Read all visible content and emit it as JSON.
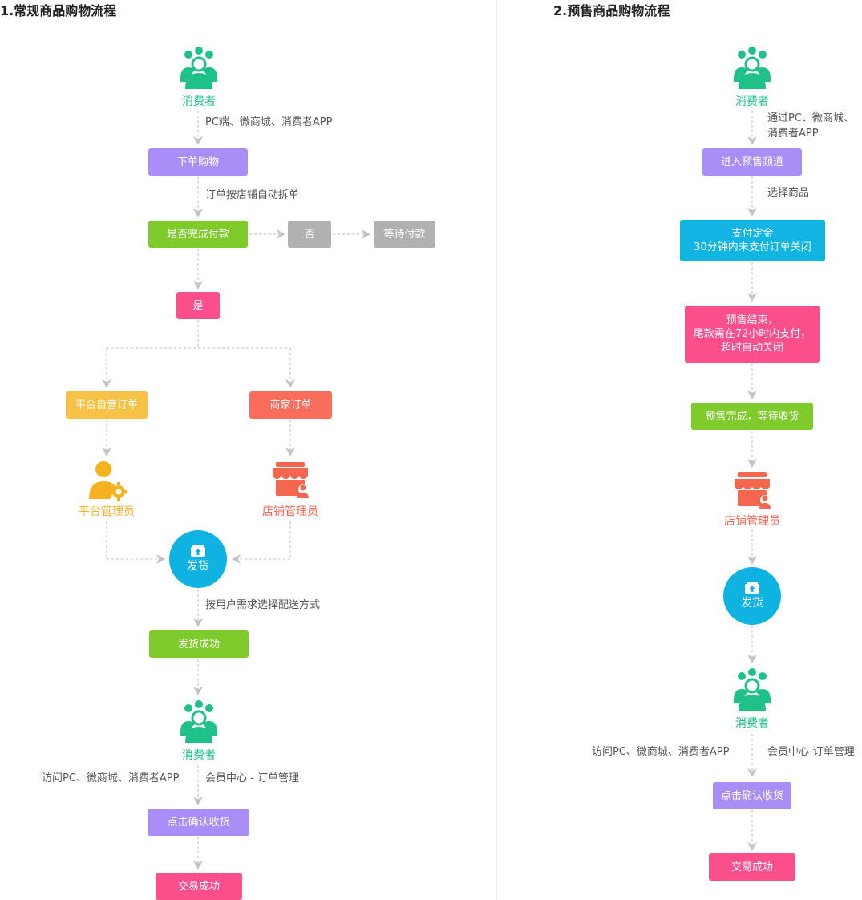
{
  "colors": {
    "purple": "#a98ef7",
    "green": "#7ecb2b",
    "gray": "#b1b1b1",
    "pink": "#fb4f8b",
    "yellow": "#f7c246",
    "salmon": "#fb6d5b",
    "cyan": "#11b5e4",
    "teal_label": "#16c08a"
  },
  "left": {
    "title": "1.常规商品购物流程",
    "consumer_top": "消费者",
    "note_channels": "PC端、微商城、消费者APP",
    "order": "下单购物",
    "note_split": "订单按店铺自动拆单",
    "paid_question": "是否完成付款",
    "no": "否",
    "wait_pay": "等待付款",
    "yes": "是",
    "platform_order": "平台自营订单",
    "merchant_order": "商家订单",
    "platform_admin": "平台管理员",
    "store_admin": "店铺管理员",
    "ship": "发货",
    "note_delivery": "按用户需求选择配送方式",
    "ship_success": "发货成功",
    "consumer_bottom": "消费者",
    "note_visit": "访问PC、微商城、消费者APP",
    "note_member": "会员中心 - 订单管理",
    "confirm": "点击确认收货",
    "done": "交易成功"
  },
  "right": {
    "title": "2.预售商品购物流程",
    "consumer_top": "消费者",
    "note_channels_1": "通过PC、微商城、",
    "note_channels_2": "消费者APP",
    "enter_presale": "进入预售频道",
    "note_select": "选择商品",
    "deposit_1": "支付定金",
    "deposit_2": "30分钟内未支付订单关闭",
    "presale_end_1": "预售结束，",
    "presale_end_2": "尾款需在72小时内支付，",
    "presale_end_3": "超时自动关闭",
    "presale_done": "预售完成，等待收货",
    "store_admin": "店铺管理员",
    "ship": "发货",
    "consumer_bottom": "消费者",
    "note_visit": "访问PC、微商城、消费者APP",
    "note_member": "会员中心-订单管理",
    "confirm": "点击确认收货",
    "done": "交易成功"
  },
  "icons": [
    "consumer-group-icon",
    "platform-admin-gear-icon",
    "store-awning-icon",
    "package-upload-icon"
  ]
}
